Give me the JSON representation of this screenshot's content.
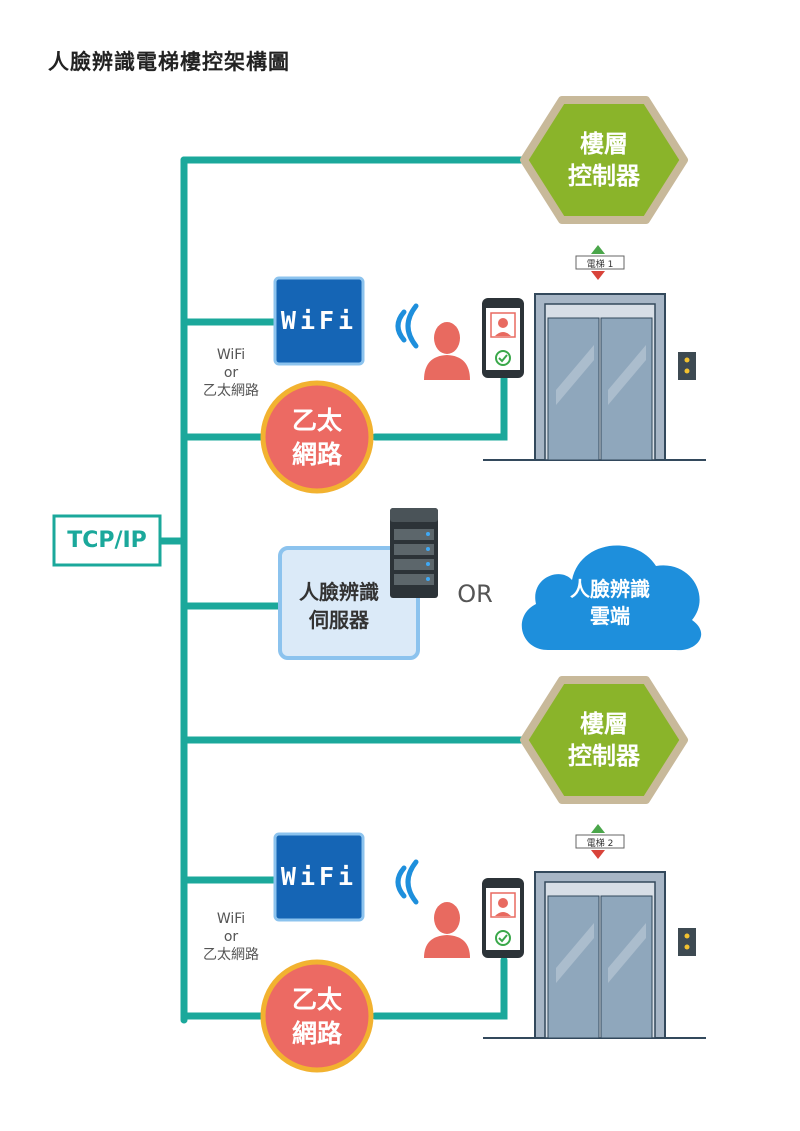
{
  "title": "人臉辨識電梯樓控架構圖",
  "tcp_label": "TCP/IP",
  "colors": {
    "network_line": "#1ba89b",
    "floor_controller": "#8ab42a",
    "floor_controller_border": "#c8b99a",
    "wifi_box": "#1565b5",
    "ethernet": "#ec6a63",
    "ethernet_border": "#f2b230",
    "cloud": "#1e8fdc",
    "server_box": "#dbeaf8",
    "server_border": "#8cc3ee",
    "person": "#e86a60",
    "elevator_frame": "#a7b6c6",
    "elevator_door": "#8fa7bc"
  },
  "groups": [
    {
      "floor_controller_label": [
        "樓層",
        "控制器"
      ],
      "wifi_label": "WiFi",
      "wifi_or_ethernet": [
        "WiFi",
        "or",
        "乙太網路"
      ],
      "ethernet_label": [
        "乙太",
        "網路"
      ],
      "elevator_tag": "電梯 1",
      "icons": [
        "wifi-signal-icon",
        "person-icon",
        "face-recognition-phone-icon",
        "elevator-icon",
        "elevator-call-button-icon"
      ]
    },
    {
      "floor_controller_label": [
        "樓層",
        "控制器"
      ],
      "wifi_label": "WiFi",
      "wifi_or_ethernet": [
        "WiFi",
        "or",
        "乙太網路"
      ],
      "ethernet_label": [
        "乙太",
        "網路"
      ],
      "elevator_tag": "電梯 2",
      "icons": [
        "wifi-signal-icon",
        "person-icon",
        "face-recognition-phone-icon",
        "elevator-icon",
        "elevator-call-button-icon"
      ]
    }
  ],
  "server": {
    "label": [
      "人臉辨識",
      "伺服器"
    ],
    "icon": "server-rack-icon"
  },
  "or_label": "OR",
  "cloud": {
    "label": [
      "人臉辨識",
      "雲端"
    ],
    "icon": "cloud-icon"
  }
}
